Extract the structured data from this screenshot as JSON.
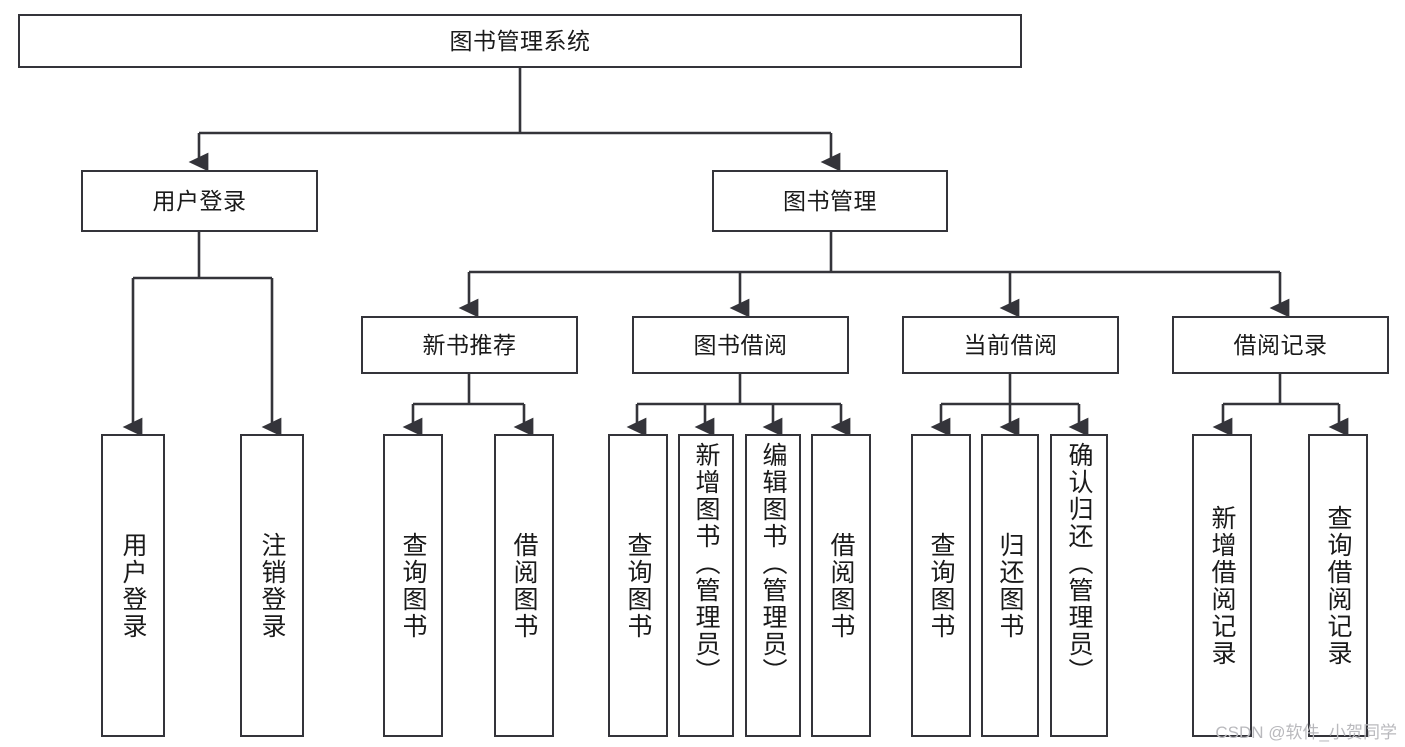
{
  "diagram": {
    "title": "图书管理系统",
    "watermark": "CSDN @软件_小贺同学",
    "line_color": "#34343a",
    "box_fill": "#ffffff",
    "text_color": "#1a1a1a",
    "root": {
      "id": "root",
      "label": "图书管理系统",
      "orientation": "horizontal"
    },
    "level2": [
      {
        "id": "user-login",
        "label": "用户登录",
        "orientation": "horizontal"
      },
      {
        "id": "book-manage",
        "label": "图书管理",
        "orientation": "horizontal"
      }
    ],
    "level3": [
      {
        "id": "new-book-recommend",
        "label": "新书推荐",
        "orientation": "horizontal",
        "parent": "book-manage"
      },
      {
        "id": "book-borrow",
        "label": "图书借阅",
        "orientation": "horizontal",
        "parent": "book-manage"
      },
      {
        "id": "current-borrow",
        "label": "当前借阅",
        "orientation": "horizontal",
        "parent": "book-manage"
      },
      {
        "id": "borrow-record",
        "label": "借阅记录",
        "orientation": "horizontal",
        "parent": "book-manage"
      }
    ],
    "leaves": [
      {
        "id": "leaf-user-login",
        "label": "用户登录",
        "parent": "user-login",
        "orientation": "vertical"
      },
      {
        "id": "leaf-logout-login",
        "label": "注销登录",
        "parent": "user-login",
        "orientation": "vertical"
      },
      {
        "id": "leaf-query-book-1",
        "label": "查询图书",
        "parent": "new-book-recommend",
        "orientation": "vertical"
      },
      {
        "id": "leaf-borrow-book-1",
        "label": "借阅图书",
        "parent": "new-book-recommend",
        "orientation": "vertical"
      },
      {
        "id": "leaf-query-book-2",
        "label": "查询图书",
        "parent": "book-borrow",
        "orientation": "vertical"
      },
      {
        "id": "leaf-add-book",
        "label": "新增图书（管理员）",
        "parent": "book-borrow",
        "orientation": "vertical"
      },
      {
        "id": "leaf-edit-book",
        "label": "编辑图书（管理员）",
        "parent": "book-borrow",
        "orientation": "vertical"
      },
      {
        "id": "leaf-borrow-book-2",
        "label": "借阅图书",
        "parent": "book-borrow",
        "orientation": "vertical"
      },
      {
        "id": "leaf-query-book-3",
        "label": "查询图书",
        "parent": "current-borrow",
        "orientation": "vertical"
      },
      {
        "id": "leaf-return-book",
        "label": "归还图书",
        "parent": "current-borrow",
        "orientation": "vertical"
      },
      {
        "id": "leaf-confirm-return",
        "label": "确认归还（管理员）",
        "parent": "current-borrow",
        "orientation": "vertical"
      },
      {
        "id": "leaf-add-record",
        "label": "新增借阅记录",
        "parent": "borrow-record",
        "orientation": "vertical"
      },
      {
        "id": "leaf-query-record",
        "label": "查询借阅记录",
        "parent": "borrow-record",
        "orientation": "vertical"
      }
    ]
  }
}
